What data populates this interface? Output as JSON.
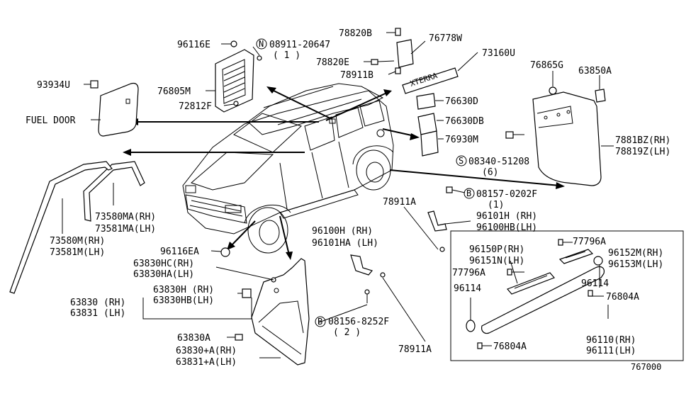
{
  "diagram_id": "767000",
  "labels": {
    "p96116E": "96116E",
    "p08911": "08911-20647",
    "p08911_qty": "( 1 )",
    "p93934U": "93934U",
    "p76805M": "76805M",
    "p72812F": "72812F",
    "fuel_door": "FUEL DOOR",
    "p78820B": "78820B",
    "p76778W": "76778W",
    "p73160U": "73160U",
    "p78820E": "78820E",
    "p78911B": "78911B",
    "p76865G": "76865G",
    "p63850A": "63850A",
    "p76630D": "76630D",
    "p76630DB": "76630DB",
    "p76930M": "76930M",
    "p7881BZ": "7881BZ(RH)",
    "p78819Z": "78819Z(LH)",
    "p08340": "08340-51208",
    "p08340_qty": "(6)",
    "p08157": "08157-0202F",
    "p08157_qty": "(1)",
    "p78911A_top": "78911A",
    "p96101H": "96101H  (RH)",
    "p96100HB": "96100HB(LH)",
    "p73580MA": "73580MA(RH)",
    "p73581MA": "73581MA(LH)",
    "p73580M": "73580M(RH)",
    "p73581M": "73581M(LH)",
    "p96116EA": "96116EA",
    "p63830HC": "63830HC(RH)",
    "p63830HA": "63830HA(LH)",
    "p63830H": "63830H  (RH)",
    "p63830HB": "63830HB(LH)",
    "p63830": "63830 (RH)",
    "p63831": "63831 (LH)",
    "p63830A": "63830A",
    "p63830pA": "63830+A(RH)",
    "p63831pA": "63831+A(LH)",
    "p96100H": "96100H  (RH)",
    "p96101HA": "96101HA (LH)",
    "p08156": "08156-8252F",
    "p08156_qty": "( 2 )",
    "p78911A_bot": "78911A",
    "p77796A_top": "77796A",
    "p96150P": "96150P(RH)",
    "p96151N": "96151N(LH)",
    "p77796A_mid": "77796A",
    "p96152M": "96152M(RH)",
    "p96153M": "96153M(LH)",
    "p96114_left": "96114",
    "p96114_right": "96114",
    "p76804A_right": "76804A",
    "p76804A_bot": "76804A",
    "p96110": "96110(RH)",
    "p96111": "96111(LH)",
    "circle_N": "N",
    "circle_S": "S",
    "circle_B1": "B",
    "circle_B2": "B"
  }
}
